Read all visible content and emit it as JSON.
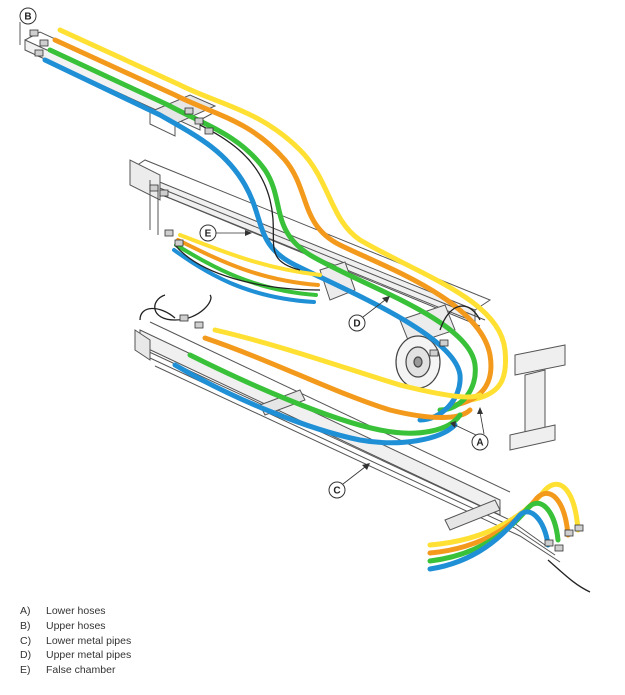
{
  "callouts": {
    "A": "A",
    "B": "B",
    "C": "C",
    "D": "D",
    "E": "E"
  },
  "legend": [
    {
      "key": "A)",
      "label": "Lower hoses"
    },
    {
      "key": "B)",
      "label": "Upper hoses"
    },
    {
      "key": "C)",
      "label": "Lower metal pipes"
    },
    {
      "key": "D)",
      "label": "Upper metal pipes"
    },
    {
      "key": "E)",
      "label": "False chamber"
    }
  ],
  "colors": {
    "hose_yellow": "#ffe033",
    "hose_orange": "#f39a1c",
    "hose_green": "#39c239",
    "hose_blue": "#1f8fd6",
    "line": "#333333"
  }
}
